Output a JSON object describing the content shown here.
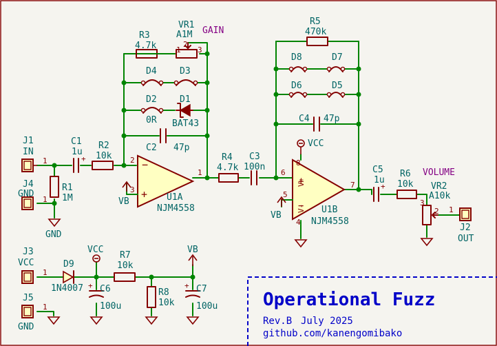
{
  "title_block": {
    "title": "Operational Fuzz",
    "revision": "Rev.B",
    "date": "July 2025",
    "url": "github.com/kanengomibako"
  },
  "nets": {
    "gain": "GAIN",
    "volume": "VOLUME",
    "vcc": "VCC",
    "vb": "VB",
    "gnd": "GND"
  },
  "connectors": {
    "j1": {
      "ref": "J1",
      "label": "IN",
      "pin": "1"
    },
    "j4": {
      "ref": "J4",
      "label": "GND",
      "pin": "1"
    },
    "j2": {
      "ref": "J2",
      "label": "OUT",
      "pin": "1"
    },
    "j3": {
      "ref": "J3",
      "label": "VCC",
      "pin": "1"
    },
    "j5": {
      "ref": "J5",
      "label": "GND",
      "pin": "1"
    }
  },
  "parts": {
    "c1": {
      "ref": "C1",
      "value": "1u"
    },
    "r2": {
      "ref": "R2",
      "value": "10k"
    },
    "r1": {
      "ref": "R1",
      "value": "1M"
    },
    "r3": {
      "ref": "R3",
      "value": "4.7k"
    },
    "vr1": {
      "ref": "VR1",
      "value": "A1M"
    },
    "d4": {
      "ref": "D4"
    },
    "d3": {
      "ref": "D3"
    },
    "d2": {
      "ref": "D2",
      "value": "0R"
    },
    "d1": {
      "ref": "D1",
      "value": "BAT43"
    },
    "c2": {
      "ref": "C2",
      "value": "47p"
    },
    "u1a": {
      "ref": "U1A",
      "value": "NJM4558"
    },
    "r4": {
      "ref": "R4",
      "value": "4.7k"
    },
    "c3": {
      "ref": "C3",
      "value": "100n"
    },
    "r5": {
      "ref": "R5",
      "value": "470k"
    },
    "d8": {
      "ref": "D8"
    },
    "d7": {
      "ref": "D7"
    },
    "d6": {
      "ref": "D6"
    },
    "d5": {
      "ref": "D5"
    },
    "c4": {
      "ref": "C4",
      "value": "47p"
    },
    "u1b": {
      "ref": "U1B",
      "value": "NJM4558"
    },
    "c5": {
      "ref": "C5",
      "value": "1u"
    },
    "r6": {
      "ref": "R6",
      "value": "10k"
    },
    "vr2": {
      "ref": "VR2",
      "value": "A10k"
    },
    "d9": {
      "ref": "D9",
      "value": "1N4007"
    },
    "r7": {
      "ref": "R7",
      "value": "10k"
    },
    "c6": {
      "ref": "C6",
      "value": "100u"
    },
    "r8": {
      "ref": "R8",
      "value": "10k"
    },
    "c7": {
      "ref": "C7",
      "value": "100u"
    }
  },
  "pins": {
    "u1a_in_neg": "2",
    "u1a_in_pos": "3",
    "u1a_out": "1",
    "u1b_in_pos": "5",
    "u1b_in_neg": "6",
    "u1b_out": "7",
    "u1b_vcc": "8",
    "u1b_gnd": "4",
    "vr_pin1": "1",
    "vr_pin2": "2",
    "vr_pin3": "3",
    "minus": "−",
    "plus": "+",
    "v_plus": "V+",
    "v_minus": "V-"
  }
}
